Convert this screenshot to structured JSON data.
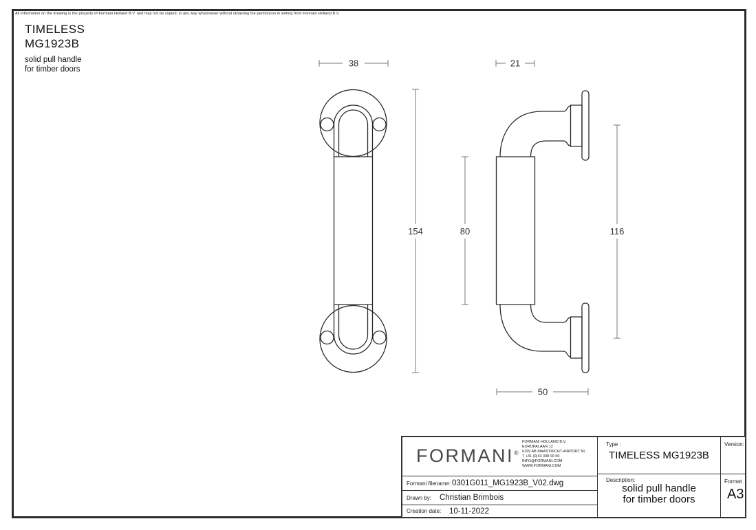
{
  "disclaimer": "All information on the drawing is the property of Formani Holland B.V. and may not be copied, in any way whatsoever without obtaining the permission in writing from Formani Holland B.V",
  "header": {
    "product_line": "TIMELESS",
    "model": "MG1923B",
    "subtitle_line1": "solid pull handle",
    "subtitle_line2": "for timber doors"
  },
  "dims": {
    "rose_diameter": "38",
    "overall_height": "154",
    "grip_length": "80",
    "grip_diameter": "21",
    "centers_distance": "116",
    "projection": "50"
  },
  "titleblock": {
    "logo": "FORMANI",
    "logo_reg": "®",
    "address": [
      "FORMANI HOLLAND B.V.",
      "EUROPALAAN 12",
      "6199 AB MAASTRICHT-AIRPORT NL",
      "T +31 (0)43 308 90 00",
      "INFO@FORMANI.COM",
      "WWW.FORMANI.COM"
    ],
    "type_label": "Type :",
    "type_value": "TIMELESS MG1923B",
    "version_label": "Version:",
    "filename_label": "Formani filename:",
    "filename_value": "0301G011_MG1923B_V02.dwg",
    "drawn_by_label": "Drawn by:",
    "drawn_by_value": "Christian Brimbois",
    "creation_date_label": "Creation date:",
    "creation_date_value": "10-11-2022",
    "description_label": "Description:",
    "description_line1": "solid pull handle",
    "description_line2": "for timber doors",
    "format_label": "Format",
    "format_value": "A3"
  },
  "colors": {
    "geometry_line": "#2a2a2a",
    "dimension_line": "#777777",
    "background": "#ffffff"
  }
}
